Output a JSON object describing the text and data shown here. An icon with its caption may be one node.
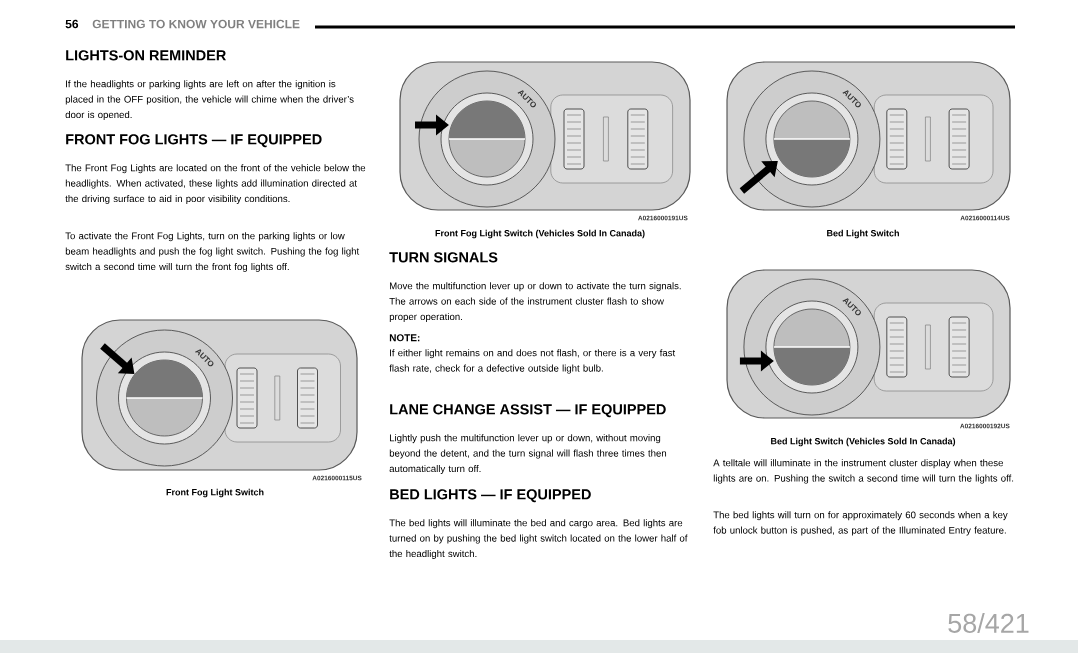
{
  "diagram": {
    "title": "GETTING TO KNOW YOUR VEHICLE",
    "nodes": [
      {
        "text": [
          "AUTO"
        ],
        "beside": [
          "A0216000115US",
          "Front Fog Light Switch"
        ]
      },
      {
        "text": [
          "AUTO"
        ],
        "beside": [
          "A0216000191US",
          "Front Fog Light Switch (Vehicles Sold In Canada)"
        ]
      },
      {
        "text": [
          "AUTO"
        ],
        "beside": [
          "A0216000114US",
          "Bed Light Switch"
        ]
      },
      {
        "text": [
          "AUTO"
        ],
        "beside": [
          "A0216000192US",
          "Bed Light Switch (Vehicles Sold In Canada)"
        ]
      }
    ],
    "labels": [
      "56",
      "LIGHTS-ON REMINDER",
      "If the headlights or parking lights are left on after the ignition is placed in the OFF position, the vehicle will chime when the driver’s door is opened.",
      "FRONT FOG LIGHTS — IF EQUIPPED",
      "The Front Fog Lights are located on the front of the vehicle below the headlights. When activated, these lights add illumination directed at the driving surface to aid in poor visibility conditions.",
      "To activate the Front Fog Lights, turn on the parking lights or low beam headlights and push the fog light switch. Pushing the fog light switch a second time will turn the front fog lights off.",
      "TURN SIGNALS",
      "Move the multifunction lever up or down to activate the turn signals. The arrows on each side of the instrument cluster flash to show proper operation.",
      "NOTE:",
      "If either light remains on and does not flash, or there is a very fast flash rate, check for a defective outside light bulb.",
      "LANE CHANGE ASSIST — IF EQUIPPED",
      "Lightly push the multifunction lever up or down, without moving beyond the detent, and the turn signal will flash three times then automatically turn off.",
      "BED LIGHTS — IF EQUIPPED",
      "The bed lights will illuminate the bed and cargo area. Bed lights are turned on by pushing the bed light switch located on the lower half of the headlight switch.",
      "A telltale will illuminate in the instrument cluster display when these lights are on. Pushing the switch a second time will turn the lights off.",
      "The bed lights will turn on for approximately 60 seconds when a key fob unlock button is pushed, as part of the Illuminated Entry feature.",
      "58/421"
    ]
  }
}
